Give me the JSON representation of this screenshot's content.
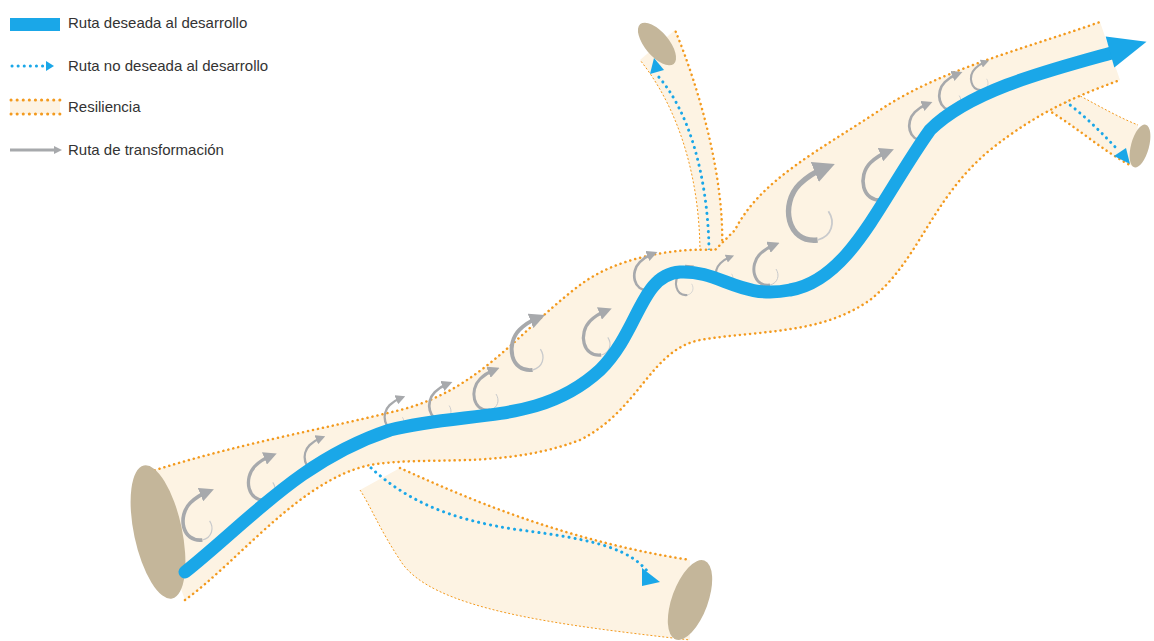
{
  "diagram": {
    "legend": [
      {
        "text": "Ruta deseada al desarrollo",
        "color": "#1aa7e8"
      },
      {
        "text": "Ruta no deseada al desarrollo"
      },
      {
        "text": "Resiliencia"
      },
      {
        "text": "Ruta de transformación"
      }
    ]
  }
}
